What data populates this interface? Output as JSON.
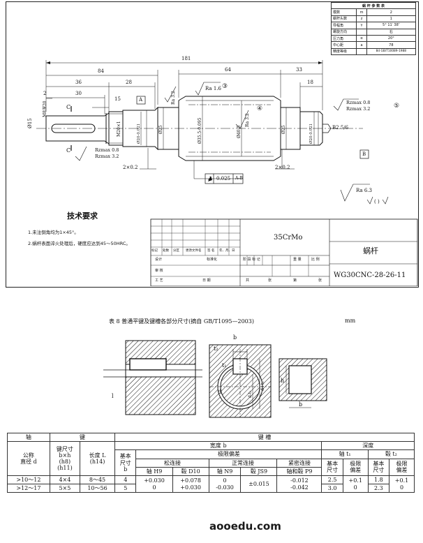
{
  "drawing": {
    "param_table": {
      "title": "蜗 杆 参 数 表",
      "rows": [
        [
          "模数",
          "m",
          "2"
        ],
        [
          "蜗杆头数",
          "z",
          "1"
        ],
        [
          "导程角",
          "γ",
          "5° 11′ 38″"
        ],
        [
          "螺旋方向",
          "",
          "右"
        ],
        [
          "压力角",
          "α",
          "20°"
        ],
        [
          "中心距",
          "a",
          "78"
        ],
        [
          "精度等级",
          "",
          "8d GB/T10089-1988"
        ]
      ]
    },
    "dims": {
      "d181": "181",
      "d84": "84",
      "d64": "64",
      "d33": "33",
      "d36": "36",
      "d28": "28",
      "d18": "18",
      "d2": "2",
      "d30": "30",
      "d15": "15",
      "d2x02a": "2×0.2",
      "d2x02b": "2×0.2",
      "dphi15": "Ø15",
      "m20x1": "M20×1",
      "m8": "M8深20",
      "phi20": "Ø20-0.021",
      "phi25a": "Ø25",
      "phi355": "Ø35.5-0.095",
      "phi405": "Ø40.5",
      "phi25b": "Ø25",
      "phi20b": "Ø20-0.021",
      "b25": "B2.5/6"
    },
    "roughness": {
      "ra16": "Ra 1.6",
      "ra32a": "Ra 3.2",
      "ra32b": "Ra 3.2",
      "rzmax_l1": "Rzmax 0.8",
      "rzmax_l2": "Rzmax 3.2",
      "rzmax_r1": "Rzmax 0.8",
      "rzmax_r2": "Rzmax 3.2",
      "ra63": "Ra 6.3",
      "paren": "(    )"
    },
    "circled": {
      "c3": "③",
      "c4": "④",
      "c5": "⑤"
    },
    "datums": {
      "A": "A",
      "B": "B",
      "C1": "C",
      "C2": "C"
    },
    "tolerance": {
      "symbol": "↗",
      "value": "0.025",
      "ref": "A-B"
    },
    "tech_req": {
      "title": "技术要求",
      "items": [
        "1.未注倒角均为1×45°。",
        "2.蜗杆表面淬火处理后，硬度应达到45～50HRC。"
      ]
    },
    "title_block": {
      "material": "35CrMo",
      "part_name": "蜗杆",
      "drawing_no": "WG30CNC-28-26-11",
      "row_labels": [
        "标记",
        "处数",
        "分区",
        "更改文件名",
        "签 名",
        "年、月、日"
      ],
      "design": "设计",
      "standard": "标准化",
      "stage": "阶 段 标 记",
      "weight": "重 量",
      "scale": "比 例",
      "review": "审 核",
      "process": "工 艺",
      "date": "日 期",
      "total": "共",
      "sheet": "张",
      "page": "第",
      "sheet2": "张"
    }
  },
  "table8": {
    "caption": "表 8   普通平键及键槽各部分尺寸(摘自 GB/T1095—2003)",
    "unit": "mm",
    "fig_labels": {
      "t2": "t₂",
      "b1": "b",
      "t1": "t₁",
      "d1": "d",
      "dt1": "d-t₁",
      "dt2": "d+t₂",
      "h": "h",
      "b2": "b",
      "l": "l"
    },
    "headers": {
      "shaft": "轴",
      "key": "键",
      "keyway": "键  槽",
      "nominal_d": "公称\n直径 d",
      "key_size": "键尺寸\nb×h\n(h8)\n(h11)",
      "length": "长度 L\n(h14)",
      "width_b": "宽度 b",
      "depth": "深度",
      "basic_size": "基本\n尺寸\nb",
      "limit_dev": "极限偏差",
      "loose": "松连接",
      "normal": "正常连接",
      "tight": "紧密连接",
      "shaft_h9": "轴 H9",
      "hub_d10": "毂 D10",
      "shaft_n9": "轴 N9",
      "hub_js9": "毂 JS9",
      "shaft_hub_p9": "轴和毂 P9",
      "shaft_t1": "轴 t₁",
      "hub_t2": "毂 t₂",
      "basic_size2": "基本\n尺寸",
      "limit_dev2": "极限\n偏差",
      "basic_size3": "基本\n尺寸",
      "limit_dev3": "极限\n偏差"
    },
    "rows": [
      {
        "d": ">10～12",
        "bxh": "4×4",
        "L": "8～45",
        "b": "4",
        "t1": "2.5",
        "t2": "1.8"
      },
      {
        "d": ">12～17",
        "bxh": "5×5",
        "L": "10～56",
        "b": "5",
        "t1": "3.0",
        "t2": "2.3"
      }
    ],
    "shared": {
      "h9": "+0.030\n0",
      "d10": "+0.078\n+0.030",
      "n9": "0\n-0.030",
      "js9": "±0.015",
      "p9": "-0.012\n-0.042",
      "t1dev": "+0.1\n0",
      "t2dev": "+0.1\n0"
    }
  },
  "watermark": "aooedu.com"
}
